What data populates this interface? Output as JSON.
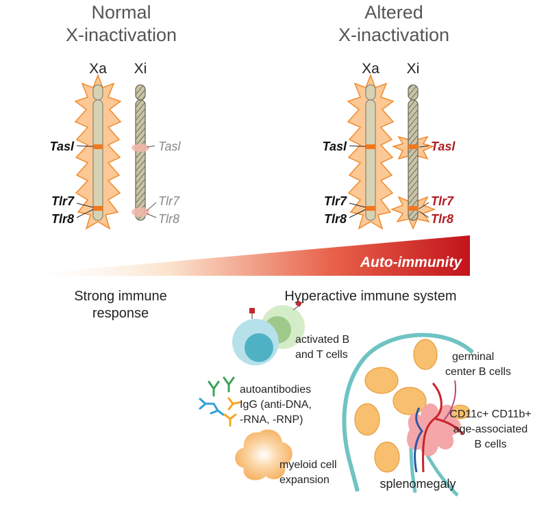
{
  "panels": {
    "normal": {
      "title_line1": "Normal",
      "title_line2": "X-inactivation",
      "xa_label": "Xa",
      "xi_label": "Xi",
      "xa_genes": [
        "Tasl",
        "Tlr7",
        "Tlr8"
      ],
      "xi_genes": [
        "Tasl",
        "Tlr7",
        "Tlr8"
      ]
    },
    "altered": {
      "title_line1": "Altered",
      "title_line2": "X-inactivation",
      "xa_label": "Xa",
      "xi_label": "Xi",
      "xa_genes": [
        "Tasl",
        "Tlr7",
        "Tlr8"
      ],
      "xi_genes": [
        "Tasl",
        "Tlr7",
        "Tlr8"
      ]
    }
  },
  "gradient": {
    "label": "Auto-immunity"
  },
  "outcomes": {
    "left_line1": "Strong immune",
    "left_line2": "response",
    "right": "Hyperactive immune system"
  },
  "features": {
    "cells_line1": "activated B",
    "cells_line2": "and T cells",
    "autoab_line1": "autoantibodies",
    "autoab_line2": "IgG (anti-DNA,",
    "autoab_line3": "-RNA, -RNP)",
    "myeloid_line1": "myeloid cell",
    "myeloid_line2": "expansion",
    "germinal_line1": "germinal",
    "germinal_line2": "center B cells",
    "abc_line1": "CD11c+ CD11b+",
    "abc_line2": "age-associated",
    "abc_line3": "B cells",
    "spleen": "splenomegaly"
  },
  "colors": {
    "star": "#fbc896",
    "star_stroke": "#f08a2a",
    "chromosome": "#d8d2b4",
    "chrom_stroke": "#8c8878",
    "gene_band": "#f07820",
    "altered_gene_text": "#b01e23",
    "silenced_text": "#888888",
    "gradient_end": "#c2141c",
    "spleen": "#6fc3c3",
    "follicle": "#f8bf6e",
    "pulp": "#f4a6a8",
    "cell_blue": "#55b8c6",
    "cell_green": "#9fc98a"
  }
}
